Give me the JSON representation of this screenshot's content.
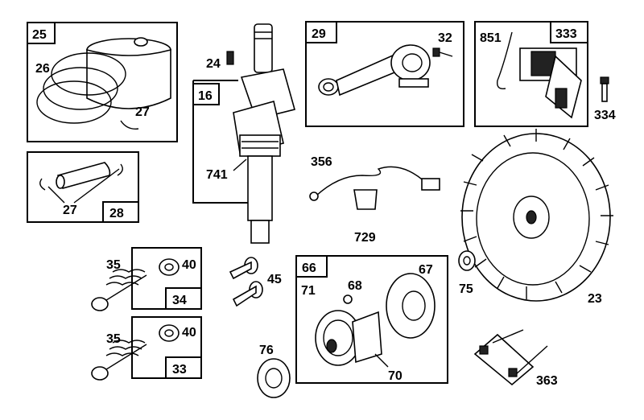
{
  "boxes": [
    {
      "id": "box-25",
      "label": "25"
    },
    {
      "id": "box-28",
      "label": "28"
    },
    {
      "id": "box-16",
      "label": "16"
    },
    {
      "id": "box-29",
      "label": "29"
    },
    {
      "id": "box-333",
      "label": "333"
    },
    {
      "id": "box-34",
      "label": "34"
    },
    {
      "id": "box-33",
      "label": "33"
    },
    {
      "id": "box-66",
      "label": "66"
    }
  ],
  "labels": {
    "l26": "26",
    "l27a": "27",
    "l27b": "27",
    "l24": "24",
    "l741": "741",
    "l32": "32",
    "l851": "851",
    "l334": "334",
    "l356": "356",
    "l729": "729",
    "l35a": "35",
    "l40a": "40",
    "l35b": "35",
    "l40b": "40",
    "l45": "45",
    "l76": "76",
    "l71": "71",
    "l68": "68",
    "l67": "67",
    "l70": "70",
    "l75": "75",
    "l23": "23",
    "l363": "363"
  },
  "box_labels": {
    "b25": "25",
    "b28": "28",
    "b16": "16",
    "b29": "29",
    "b333": "333",
    "b34": "34",
    "b33": "33",
    "b66": "66"
  }
}
